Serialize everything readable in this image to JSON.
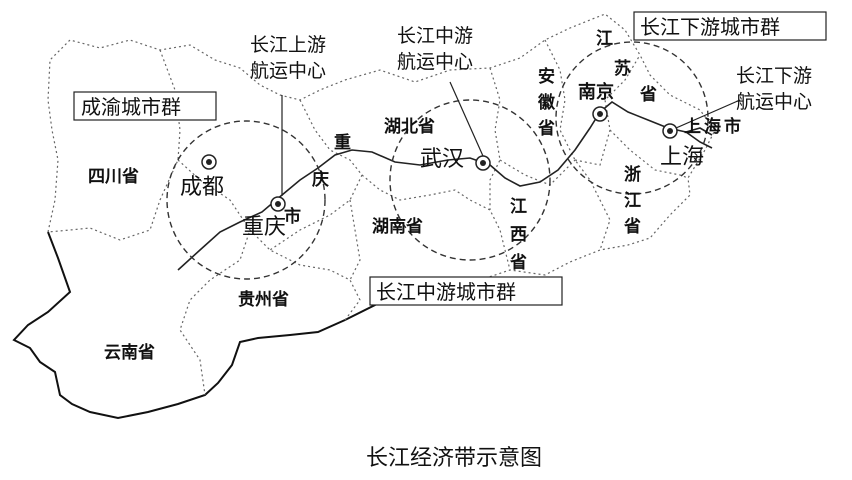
{
  "map": {
    "caption": "长江经济带示意图",
    "city_groups": {
      "chengyu": "成渝城市群",
      "middle": "长江中游城市群",
      "lower": "长江下游城市群"
    },
    "shipping_centres": {
      "upper": [
        "长江上游",
        "航运中心"
      ],
      "middle": [
        "长江中游",
        "航运中心"
      ],
      "lower": [
        "长江下游",
        "航运中心"
      ]
    },
    "cities": {
      "chengdu": "成都",
      "chongqing": "重庆",
      "wuhan": "武汉",
      "nanjing": "南京",
      "shanghai": "上海"
    },
    "provinces": {
      "sichuan": "四川省",
      "yunnan": "云南省",
      "guizhou": "贵州省",
      "chongqing": [
        "重",
        "庆",
        "市"
      ],
      "hubei": "湖北省",
      "hunan": "湖南省",
      "jiangxi": [
        "江",
        "西",
        "省"
      ],
      "anhui": [
        "安",
        "徽",
        "省"
      ],
      "jiangsu": [
        "江",
        "苏",
        "省"
      ],
      "zhejiang": [
        "浙",
        "江",
        "省"
      ],
      "shanghai": [
        "上",
        "海",
        "市"
      ]
    }
  }
}
